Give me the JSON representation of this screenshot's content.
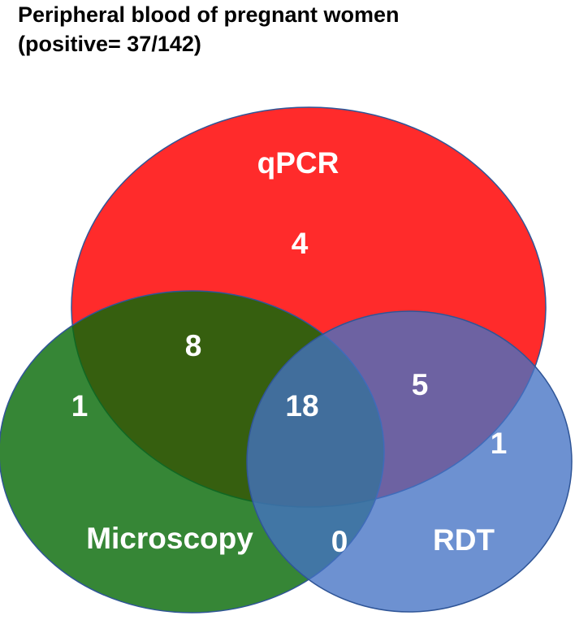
{
  "title": {
    "line1": "Peripheral blood of pregnant women",
    "line2": "(positive= 37/142)"
  },
  "sets": {
    "qpcr": {
      "label": "qPCR",
      "color": "#ff2b2b"
    },
    "microscopy": {
      "label": "Microscopy",
      "color": "#2f8a2f"
    },
    "rdt": {
      "label": "RDT",
      "color": "#4472c4"
    }
  },
  "regions": {
    "qpcr_only": "4",
    "microscopy_only": "1",
    "rdt_only": "1",
    "qpcr_microscopy": "8",
    "qpcr_rdt": "5",
    "microscopy_rdt": "0",
    "all_three": "18"
  }
}
